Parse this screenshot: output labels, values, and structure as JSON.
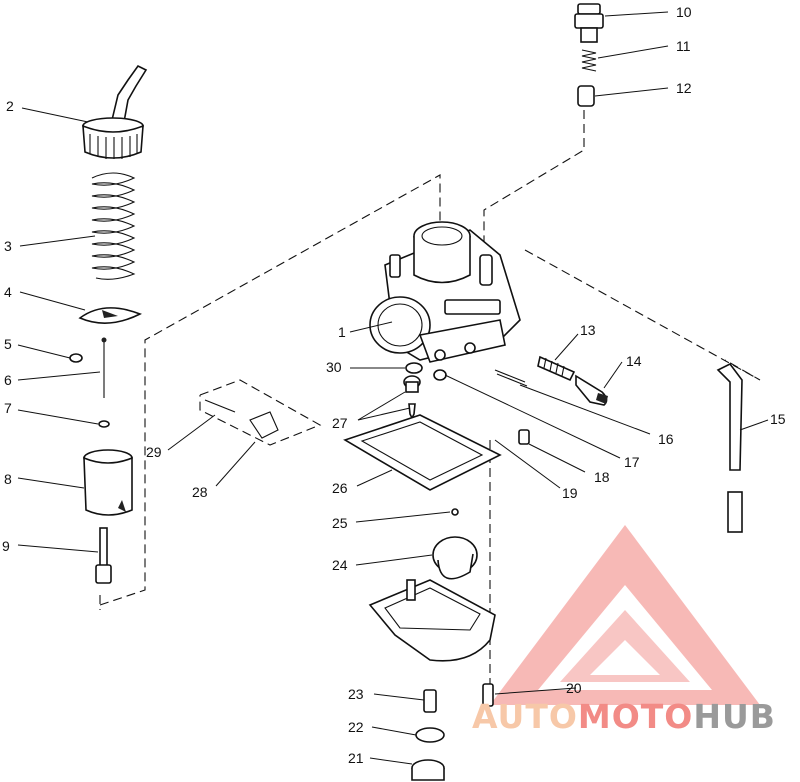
{
  "diagram": {
    "callouts": [
      {
        "id": "p1",
        "label": "1"
      },
      {
        "id": "p2",
        "label": "2"
      },
      {
        "id": "p3",
        "label": "3"
      },
      {
        "id": "p4",
        "label": "4"
      },
      {
        "id": "p5",
        "label": "5"
      },
      {
        "id": "p6",
        "label": "6"
      },
      {
        "id": "p7",
        "label": "7"
      },
      {
        "id": "p8",
        "label": "8"
      },
      {
        "id": "p9",
        "label": "9"
      },
      {
        "id": "p10",
        "label": "10"
      },
      {
        "id": "p11",
        "label": "11"
      },
      {
        "id": "p12",
        "label": "12"
      },
      {
        "id": "p13",
        "label": "13"
      },
      {
        "id": "p14",
        "label": "14"
      },
      {
        "id": "p15",
        "label": "15"
      },
      {
        "id": "p16",
        "label": "16"
      },
      {
        "id": "p17",
        "label": "17"
      },
      {
        "id": "p18",
        "label": "18"
      },
      {
        "id": "p19",
        "label": "19"
      },
      {
        "id": "p20",
        "label": "20"
      },
      {
        "id": "p21",
        "label": "21"
      },
      {
        "id": "p22",
        "label": "22"
      },
      {
        "id": "p23",
        "label": "23"
      },
      {
        "id": "p24",
        "label": "24"
      },
      {
        "id": "p25",
        "label": "25"
      },
      {
        "id": "p26",
        "label": "26"
      },
      {
        "id": "p27",
        "label": "27"
      },
      {
        "id": "p28",
        "label": "28"
      },
      {
        "id": "p29",
        "label": "29"
      },
      {
        "id": "p30",
        "label": "30"
      }
    ]
  },
  "watermark": {
    "word_1": "AUTO",
    "word_2": "MOTO",
    "word_3": "HUB",
    "colors": {
      "primary": "#f28b86",
      "accent": "#f7c8a8",
      "secondary": "#9a9a9a"
    }
  }
}
